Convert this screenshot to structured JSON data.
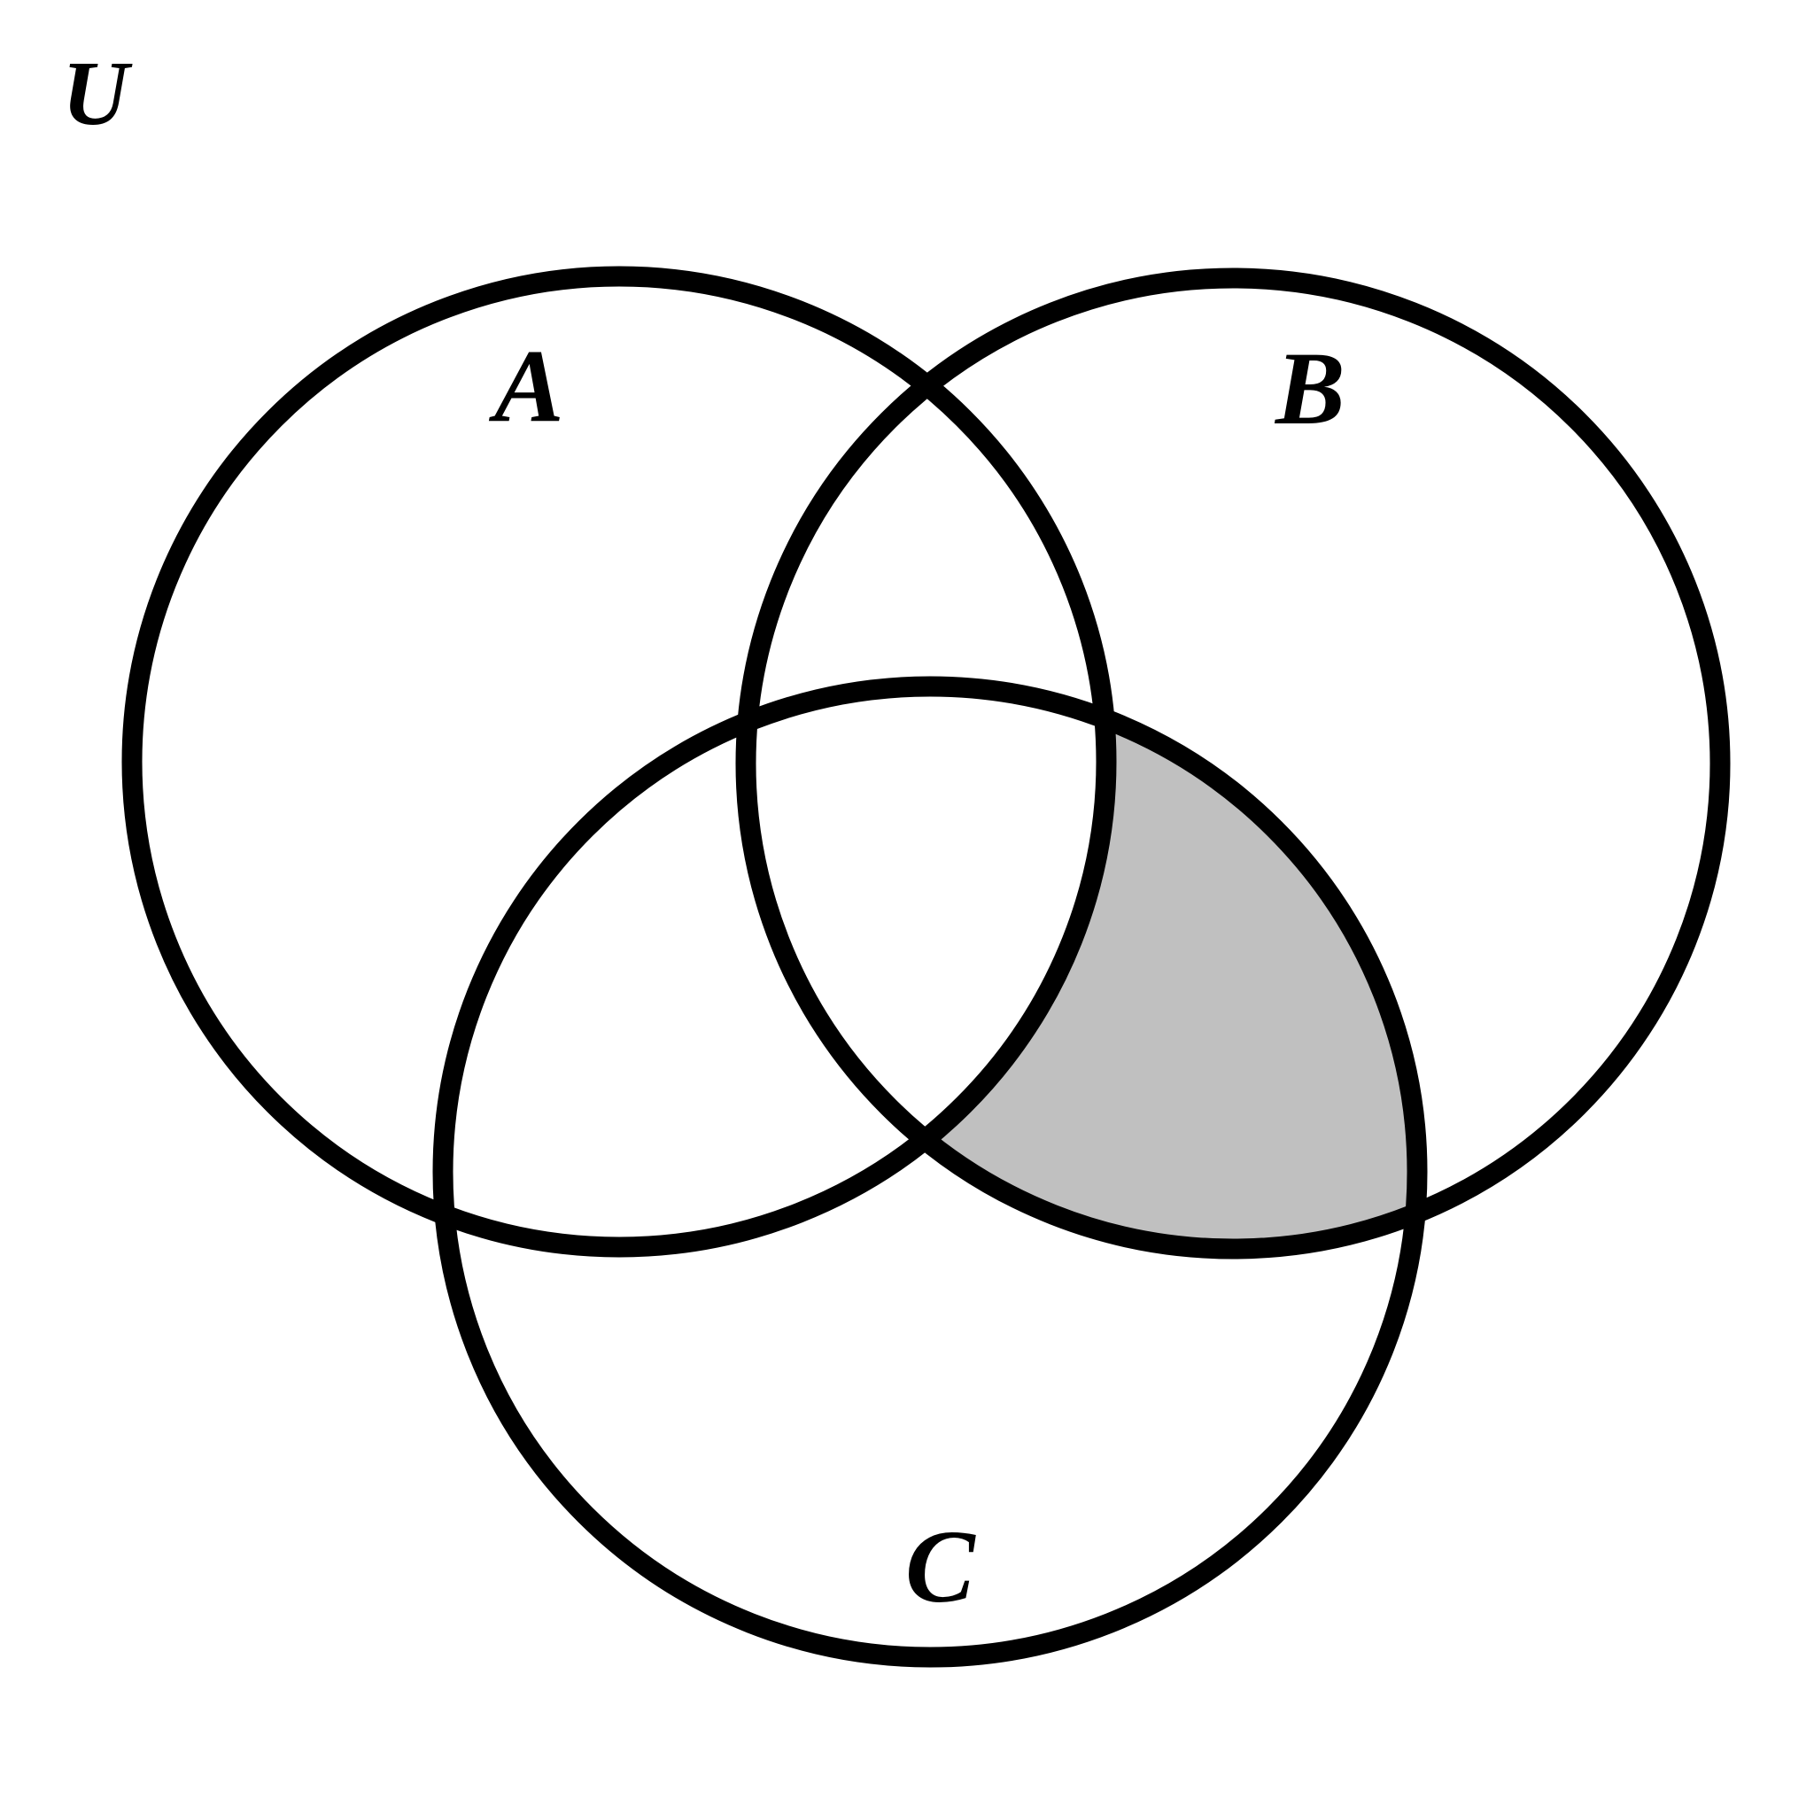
{
  "universe_label": "U",
  "sets": [
    {
      "id": "A",
      "label": "A"
    },
    {
      "id": "B",
      "label": "B"
    },
    {
      "id": "C",
      "label": "C"
    }
  ],
  "shaded_region": "(B ∩ C) \\ A",
  "colors": {
    "background": "#ffffff",
    "outline": "#000000",
    "shade": "#c0c0c0"
  }
}
